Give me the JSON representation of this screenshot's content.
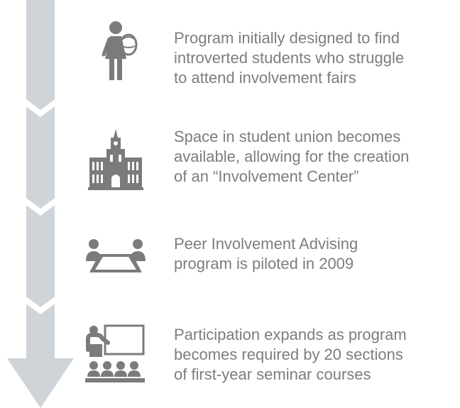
{
  "colors": {
    "arrow": "#cfd4d9",
    "chevron_gap": "#ffffff",
    "icon": "#7b7b7b",
    "text": "#7d7d7d"
  },
  "steps": [
    {
      "icon": "student-with-backpack-icon",
      "lines": [
        "Program initially designed to find",
        "introverted students who struggle",
        "to attend involvement fairs"
      ]
    },
    {
      "icon": "student-union-building-icon",
      "lines": [
        "Space in student union becomes",
        "available, allowing for the creation",
        "of an “Involvement Center”"
      ]
    },
    {
      "icon": "meeting-table-icon",
      "lines": [
        "Peer Involvement Advising",
        "program is piloted in 2009"
      ]
    },
    {
      "icon": "classroom-presentation-icon",
      "lines": [
        "Participation expands as program",
        "becomes required by 20 sections",
        "of first-year seminar courses"
      ]
    }
  ]
}
